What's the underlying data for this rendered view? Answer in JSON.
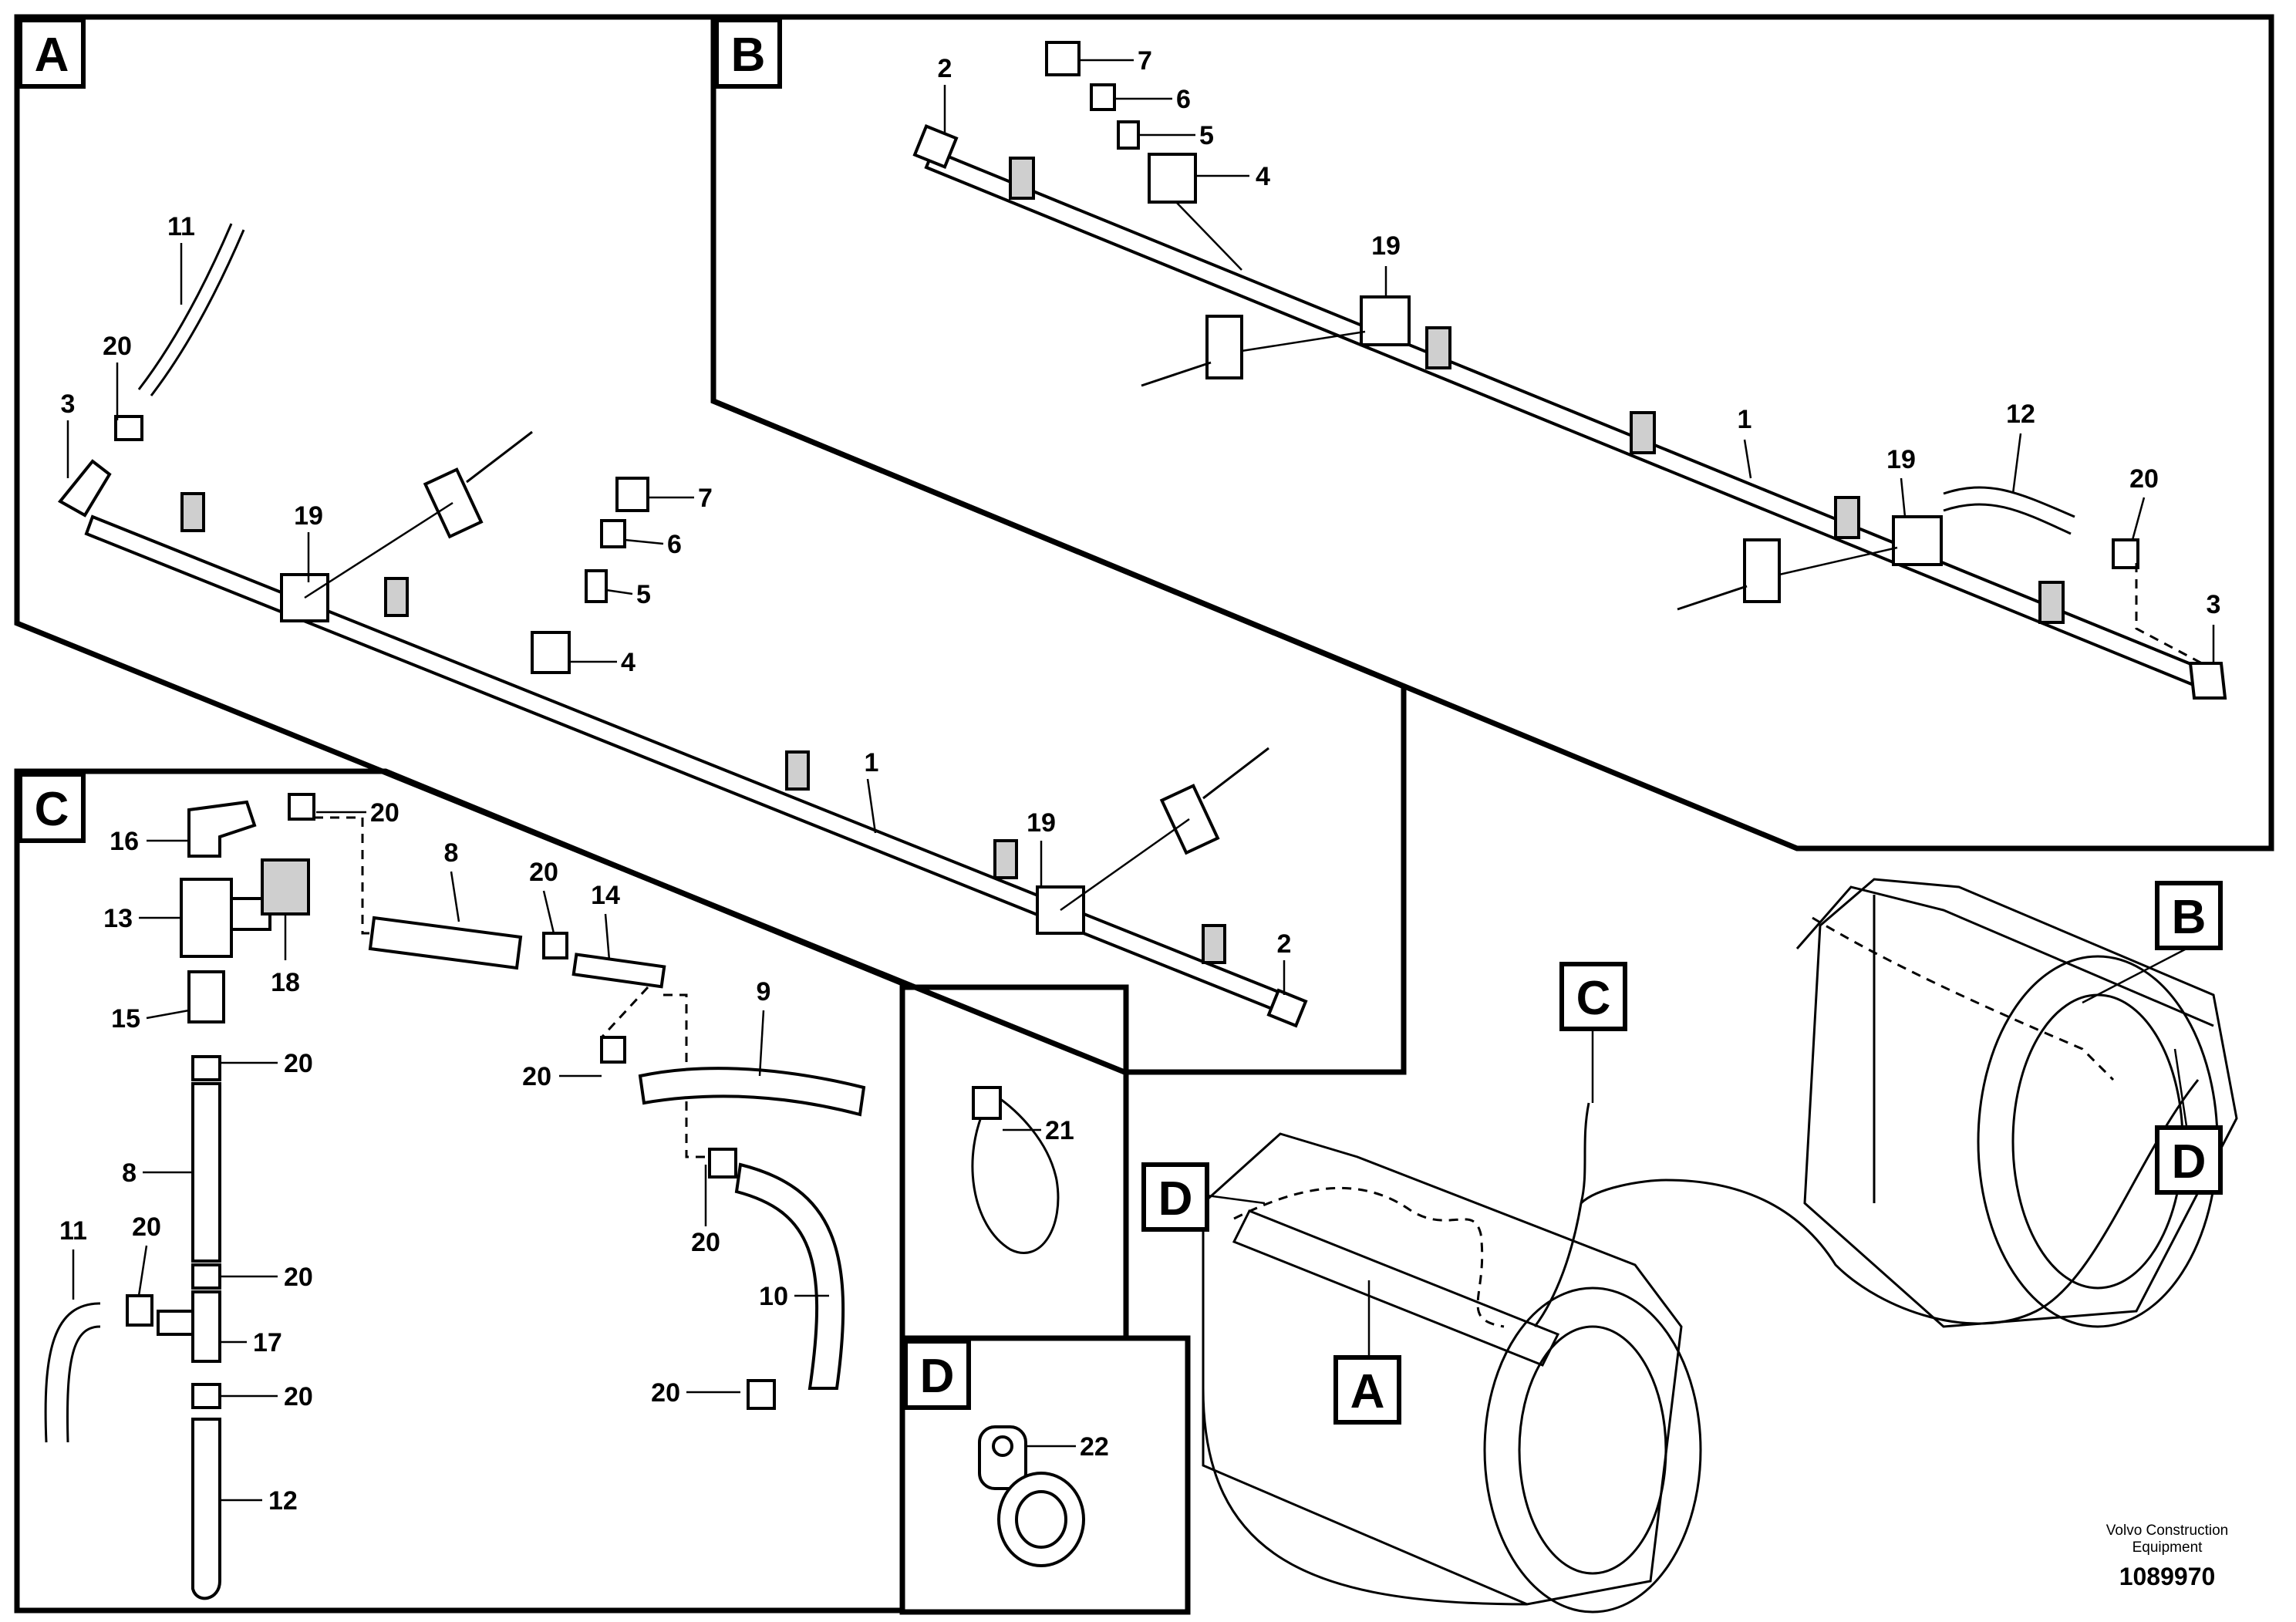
{
  "sections": {
    "a": {
      "tag": "A"
    },
    "b": {
      "tag": "B"
    },
    "c": {
      "tag": "C"
    },
    "d": {
      "tag": "D"
    }
  },
  "callouts": {
    "a": [
      "11",
      "20",
      "3",
      "19",
      "7",
      "6",
      "5",
      "4",
      "1",
      "19",
      "2"
    ],
    "b": [
      "2",
      "7",
      "6",
      "5",
      "4",
      "19",
      "1",
      "12",
      "19",
      "20",
      "3"
    ],
    "c": [
      "20",
      "16",
      "13",
      "18",
      "8",
      "20",
      "14",
      "15",
      "20",
      "9",
      "20",
      "8",
      "11",
      "20",
      "20",
      "20",
      "17",
      "20",
      "10",
      "20",
      "12"
    ],
    "clip": [
      "21"
    ],
    "d": [
      "22"
    ]
  },
  "overview_tags": {
    "b": "B",
    "c": "C",
    "d1": "D",
    "d2": "D",
    "a": "A"
  },
  "footer": {
    "company_line1": "Volvo Construction",
    "company_line2": "Equipment",
    "drawing_number": "1089970"
  }
}
